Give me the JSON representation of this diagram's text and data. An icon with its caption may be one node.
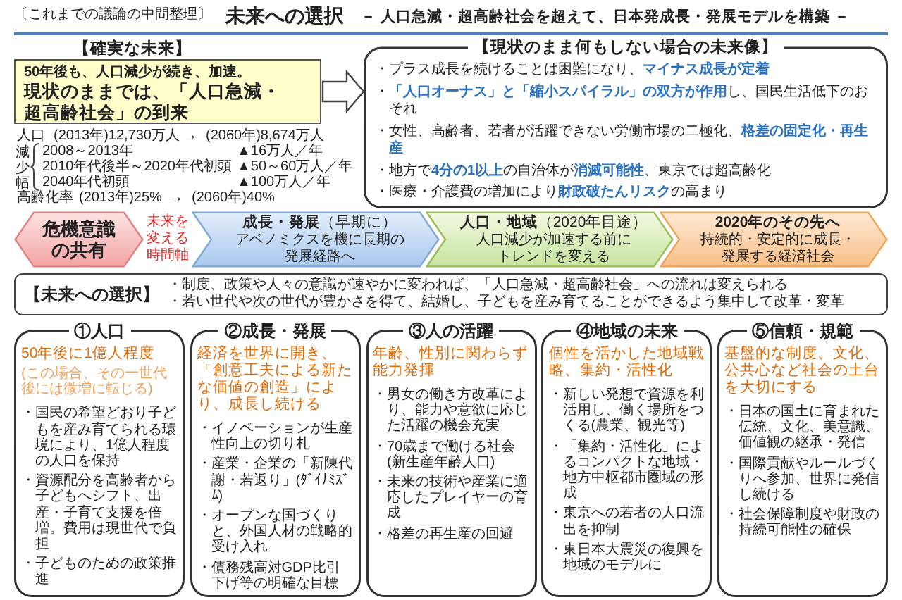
{
  "diagram": {
    "title": "未来への選択",
    "nodes": [
      {
        "text": [
          "50年後も、人口減少が続き、加速。",
          "現状のままでは、「人口急減・超高齢社会」の到来"
        ]
      },
      {
        "text": [
          "【現状のまま何もしない場合の未来像】",
          "・プラス成長を続けることは困難になり、**マイナス成長が定着**",
          "・**「人口オーナス」と「縮小スパイラル」の双方が作用**し、国民生活低下のおそれ",
          "・女性、高齢者、若者が活躍できない労働市場の二極化、**格差の固定化・再生産**",
          "・地方で**4分の1以上**の自治体が**消滅可能性**、東京では超高齢化",
          "・医療・介護費の増加により**財政破たんリスク**の高まり"
        ]
      },
      {
        "text": [
          "危機意識の共有"
        ]
      },
      {
        "text": [
          "**成長・発展**（早期に）",
          "アベノミクスを機に長期の発展経路へ"
        ]
      },
      {
        "text": [
          "**人口・地域**（2020年目途）",
          "人口減少が加速する前にトレンドを変える"
        ]
      },
      {
        "text": [
          "2020年のその先へ",
          "持続的・安定的に成長・発展する経済社会"
        ]
      },
      {
        "text": [
          "【未来への選択】",
          "・制度、政策や人々の意識が速やかに変われば、「人口急減・超高齢社会」への流れは変えられる",
          "・若い世代や次の世代が豊かさを得て、結婚し、子どもを産み育てることができるよう集中して改革・変革"
        ]
      },
      {
        "text": [
          "①人口",
          "50年後に1億人程度",
          "(この場合、その一世代後には微増に転じる)",
          "・国民の希望どおり子どもを産み育てられる環境により、1億人程度の人口を保持",
          "・資源配分を高齢者から子どもへシフト、出産・子育て支援を倍増。費用は現世代で負担",
          "・子どものための政策推進"
        ]
      },
      {
        "text": [
          "②成長・発展",
          "経済を世界に開き、「創意工夫による新たな価値の創造」により、成長し続ける",
          "・イノベーションが生産性向上の切り札",
          "・産業・企業の「新陳代謝・若返り」(ﾀﾞｲﾅﾐｽﾞﾑ)",
          "・オープンな国づくりと、外国人材の戦略的受け入れ",
          "・債務残高対GDP比引下げ等の明確な目標"
        ]
      },
      {
        "text": [
          "③人の活躍",
          "年齢、性別に関わらず能力発揮",
          "・男女の働き方改革により、能力や意欲に応じた活躍の機会充実",
          "・70歳まで働ける社会(新生産年齢人口)",
          "・未来の技術や産業に適応したプレイヤーの育成",
          "・格差の再生産の回避"
        ]
      },
      {
        "text": [
          "④地域の未来",
          "個性を活かした地域戦略、集約・活性化",
          "・新しい発想で資源を利活用し、働く場所をつくる(農業、観光等)",
          "・「集約・活性化」によるコンパクトな地域・地方中枢都市圏域の形成",
          "・東京への若者の人口流出を抑制",
          "・東日本大震災の復興を地域のモデルに"
        ]
      },
      {
        "text": [
          "⑤信頼・規範",
          "基盤的な制度、文化、公共心など社会の土台を大切にする",
          "・日本の国土に育まれた伝統、文化、美意識、価値観の継承・発信",
          "・国際貢献やルールづくりへ参加、世界に発信し続ける",
          "・社会保障制度や財政の持続可能性の確保"
        ]
      }
    ],
    "edges": [
      {
        "from": 0,
        "to": 1,
        "arrow": "to"
      }
    ],
    "labels": [
      "〔これまでの議論の中間整理〕",
      "－ 人口急減・超高齢社会を超えて、日本発成長・発展モデルを構築 －",
      "【確実な未来】",
      "人口",
      "(2013年)12,730万人",
      "→",
      "(2060年)8,674万人",
      "減少幅",
      "2008～2013年",
      "▲16万人／年",
      "2010年代後半～2020年代初頭",
      "▲50～60万人／年",
      "2040年代初頭",
      "▲100万人／年",
      "高齢化率",
      "(2013年)25%",
      "→",
      "(2060年)40%",
      "未来を変える時間軸"
    ]
  }
}
